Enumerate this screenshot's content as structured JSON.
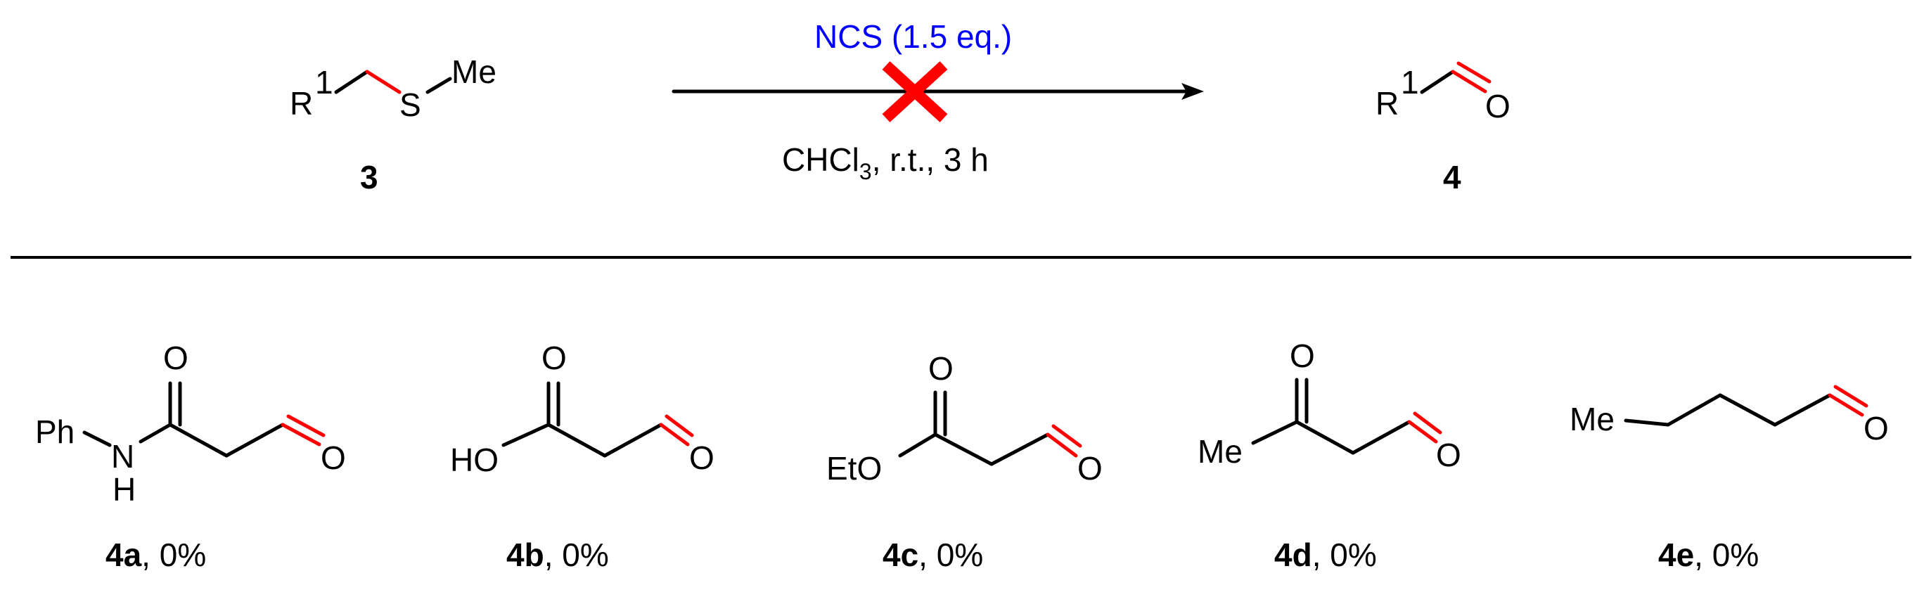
{
  "colors": {
    "reagent": "#0000ff",
    "hetero_bond": "#ff0000",
    "cross": "#ff0000",
    "text": "#000000"
  },
  "reaction": {
    "reactant": {
      "r_label": "R",
      "r_superscript": "1",
      "sulfur": "S",
      "methyl": "Me",
      "number": "3"
    },
    "reagent": "NCS (1.5 eq.)",
    "conditions_prefix": "CHCl",
    "conditions_subscript": "3",
    "conditions_suffix": ", r.t., 3 h",
    "product": {
      "r_label": "R",
      "r_superscript": "1",
      "oxygen": "O",
      "number": "4"
    },
    "failed_mark": "cross-icon"
  },
  "products": [
    {
      "id": "4a",
      "id_bold": "4a",
      "yield_text": ", 0%",
      "atoms": {
        "left": "Ph",
        "n": "N",
        "h": "H",
        "carbonyl_o": "O",
        "aldehyde_o": "O"
      }
    },
    {
      "id": "4b",
      "id_bold": "4b",
      "yield_text": ", 0%",
      "atoms": {
        "left": "HO",
        "carbonyl_o": "O",
        "aldehyde_o": "O"
      }
    },
    {
      "id": "4c",
      "id_bold": "4c",
      "yield_text": ", 0%",
      "atoms": {
        "left": "EtO",
        "carbonyl_o": "O",
        "aldehyde_o": "O"
      }
    },
    {
      "id": "4d",
      "id_bold": "4d",
      "yield_text": ", 0%",
      "atoms": {
        "left": "Me",
        "carbonyl_o": "O",
        "aldehyde_o": "O"
      }
    },
    {
      "id": "4e",
      "id_bold": "4e",
      "yield_text": ", 0%",
      "atoms": {
        "left": "Me",
        "aldehyde_o": "O"
      }
    }
  ]
}
